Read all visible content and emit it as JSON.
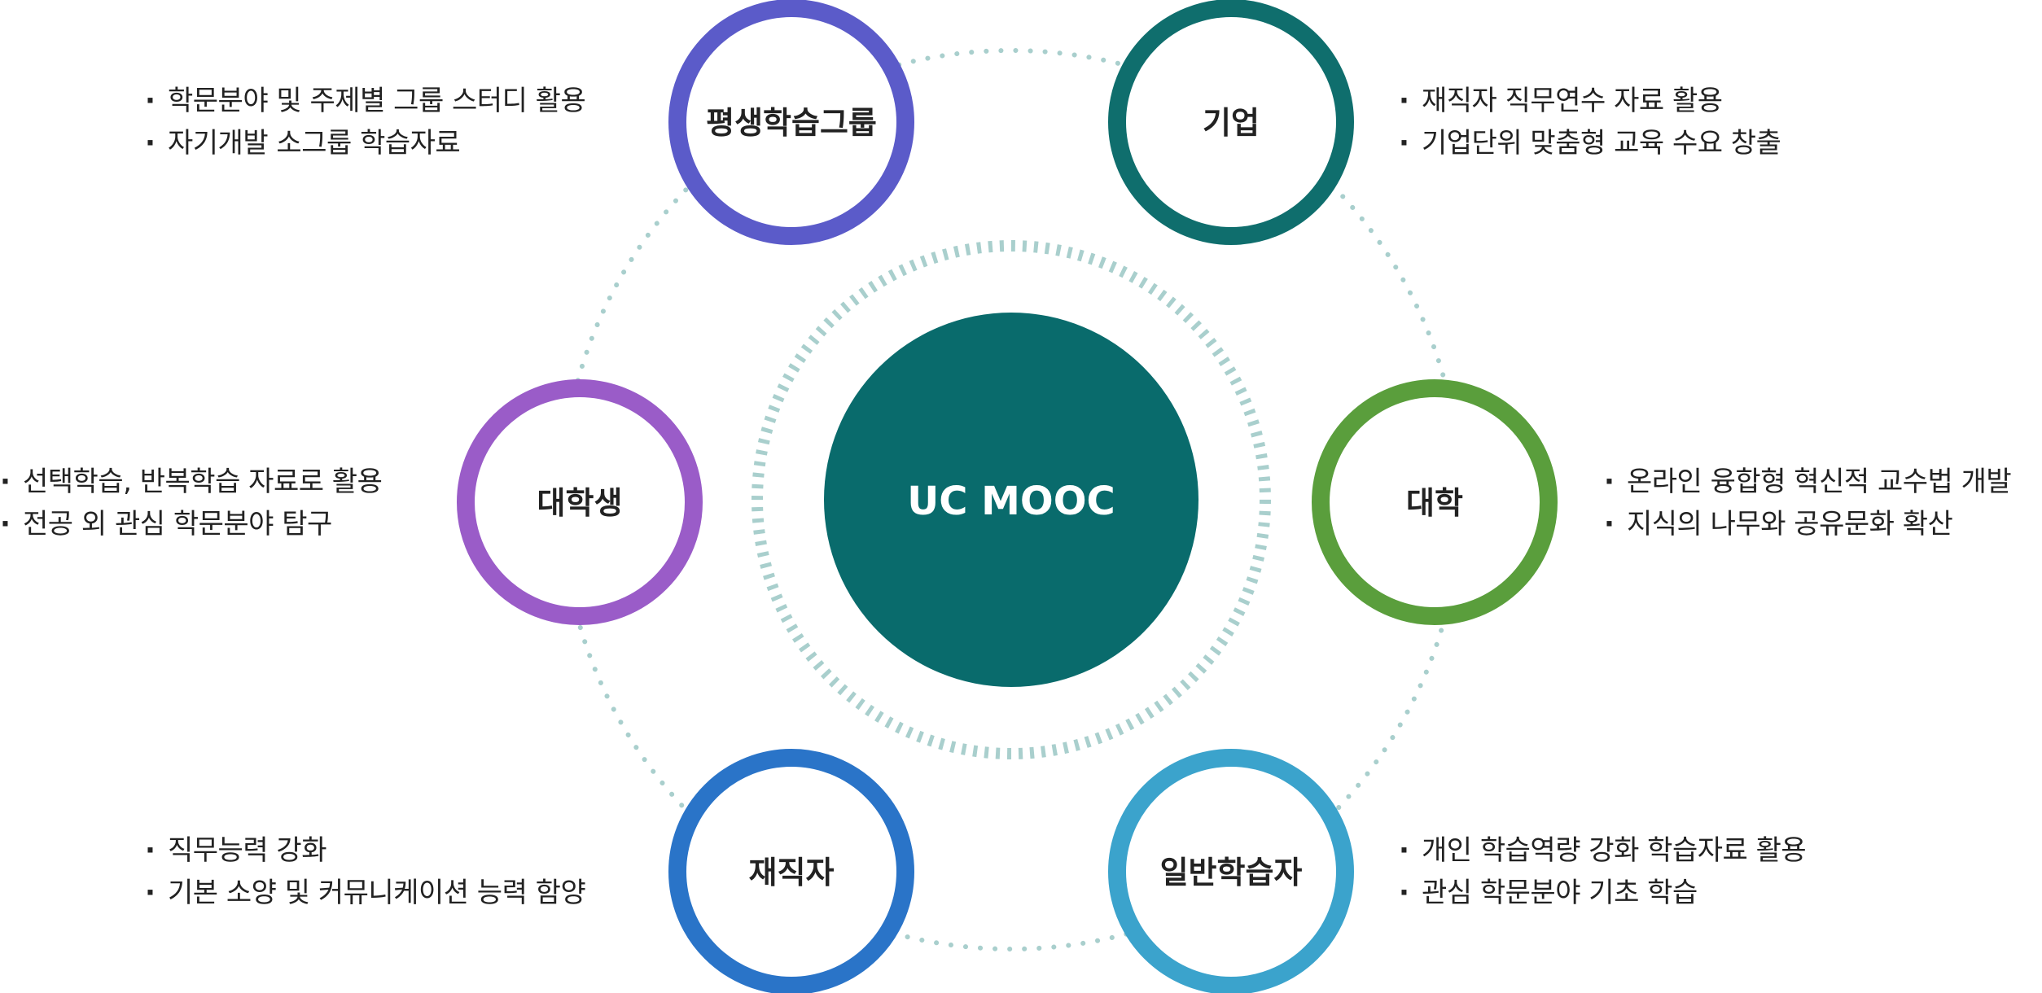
{
  "center": {
    "label": "UC MOOC",
    "color": "#096B6C"
  },
  "ring_colors": {
    "outer": "#A9CFCD",
    "inner": "#A9CFCD"
  },
  "nodes": [
    {
      "id": "lifelong",
      "label": "평생학습그룹",
      "color": "#5B5BC9",
      "lines": [
        "학문분야 및 주제별 그룹 스터디 활용",
        "자기개발 소그룹 학습자료"
      ]
    },
    {
      "id": "company",
      "label": "기업",
      "color": "#0F6E6D",
      "lines": [
        "재직자 직무연수 자료 활용",
        "기업단위 맞춤형 교육 수요 창출"
      ]
    },
    {
      "id": "university",
      "label": "대학",
      "color": "#5A9E3C",
      "lines": [
        "온라인 융합형 혁신적 교수법 개발",
        "지식의 나무와 공유문화 확산"
      ]
    },
    {
      "id": "general",
      "label": "일반학습자",
      "color": "#3BA3CC",
      "lines": [
        "개인 학습역량 강화 학습자료 활용",
        "관심 학문분야 기초 학습"
      ]
    },
    {
      "id": "worker",
      "label": "재직자",
      "color": "#2A74C8",
      "lines": [
        "직무능력 강화",
        "기본 소양 및 커뮤니케이션 능력 함양"
      ]
    },
    {
      "id": "student",
      "label": "대학생",
      "color": "#9A5CC8",
      "lines": [
        "선택학습, 반복학습 자료로 활용",
        "전공 외 관심 학문분야 탐구"
      ]
    }
  ]
}
